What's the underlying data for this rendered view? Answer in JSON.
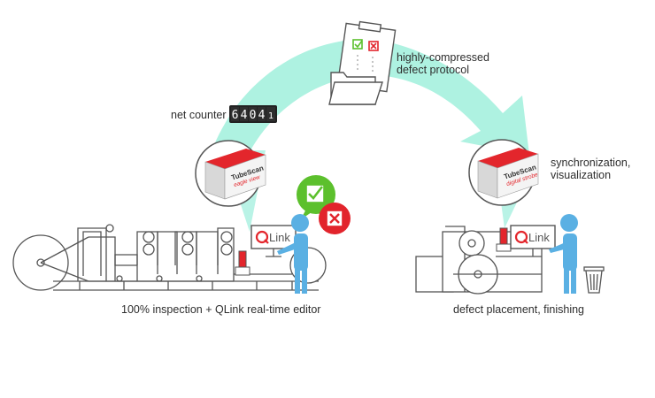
{
  "labels": {
    "protocol_line1": "highly-compressed",
    "protocol_line2": "defect protocol",
    "net_counter": "net counter",
    "sync_line1": "synchronization,",
    "sync_line2": "visualization",
    "left_caption": "100% inspection + QLink real-time editor",
    "right_caption": "defect placement, finishing"
  },
  "counter": {
    "digits": [
      "6",
      "4",
      "0",
      "4",
      "1"
    ]
  },
  "device_left": {
    "brand": "TubeScan",
    "model": "eagle view"
  },
  "device_right": {
    "brand": "TubeScan",
    "model": "digital strobe"
  },
  "qlink": {
    "text": "Link"
  },
  "colors": {
    "arrow": "#aef2e1",
    "device_red": "#e3262c",
    "person_blue": "#5ab0e3",
    "check_green": "#5cc02d",
    "cross_red": "#e2242c",
    "machine_line": "#555555"
  }
}
